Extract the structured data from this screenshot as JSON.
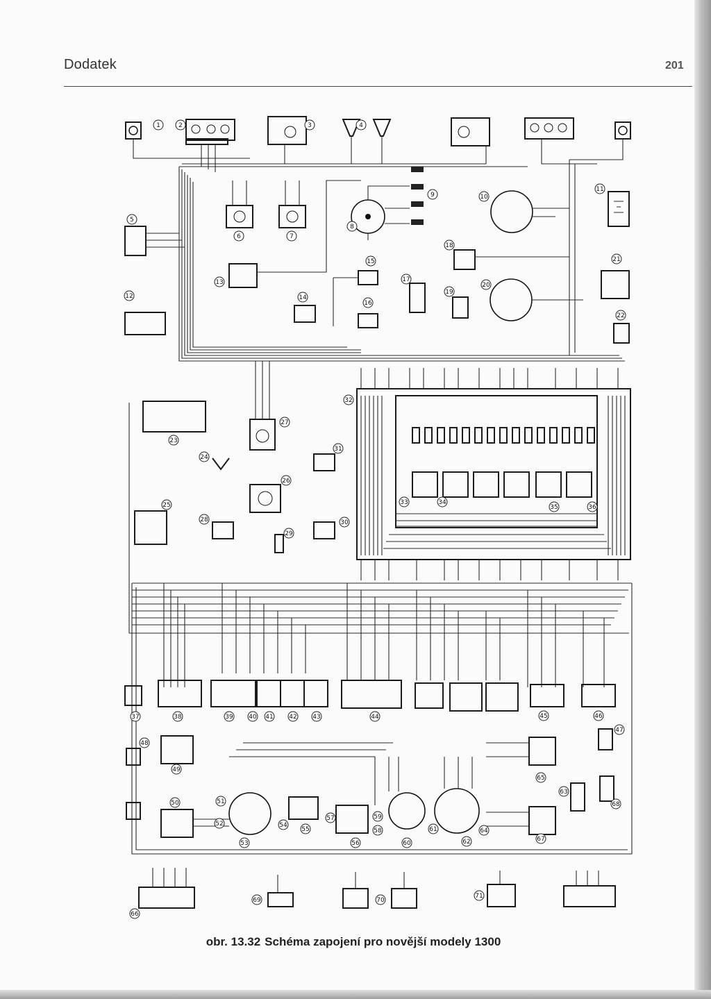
{
  "header": {
    "title": "Dodatek",
    "page_number": "201"
  },
  "caption": {
    "prefix": "obr. 13.32",
    "text": "Schéma zapojení pro novější modely 1300"
  },
  "component_numbers": [
    "1",
    "2",
    "3",
    "4",
    "5",
    "6",
    "7",
    "8",
    "9",
    "10",
    "11",
    "12",
    "13",
    "14",
    "15",
    "16",
    "17",
    "18",
    "19",
    "20",
    "21",
    "22",
    "23",
    "24",
    "25",
    "26",
    "27",
    "28",
    "29",
    "30",
    "31",
    "32",
    "33",
    "34",
    "35",
    "36",
    "37",
    "38",
    "39",
    "40",
    "41",
    "42",
    "43",
    "44",
    "45",
    "46",
    "47",
    "48",
    "49",
    "50",
    "51",
    "52",
    "53",
    "54",
    "55",
    "56",
    "57",
    "58",
    "59",
    "60",
    "61",
    "62",
    "63",
    "64",
    "65",
    "66",
    "67",
    "68",
    "69",
    "70",
    "71"
  ]
}
